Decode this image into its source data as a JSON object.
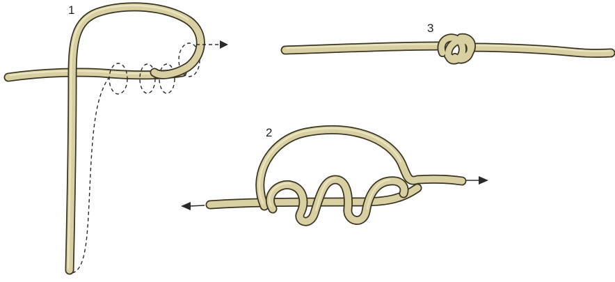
{
  "steps": [
    {
      "label": "1"
    },
    {
      "label": "2"
    },
    {
      "label": "3"
    }
  ],
  "colors": {
    "rope": "#d8cfa2",
    "rope_outline": "#3a3520",
    "rope_highlight": "#f1eccd",
    "line": "#2a2a2a",
    "background": "#ffffff"
  }
}
